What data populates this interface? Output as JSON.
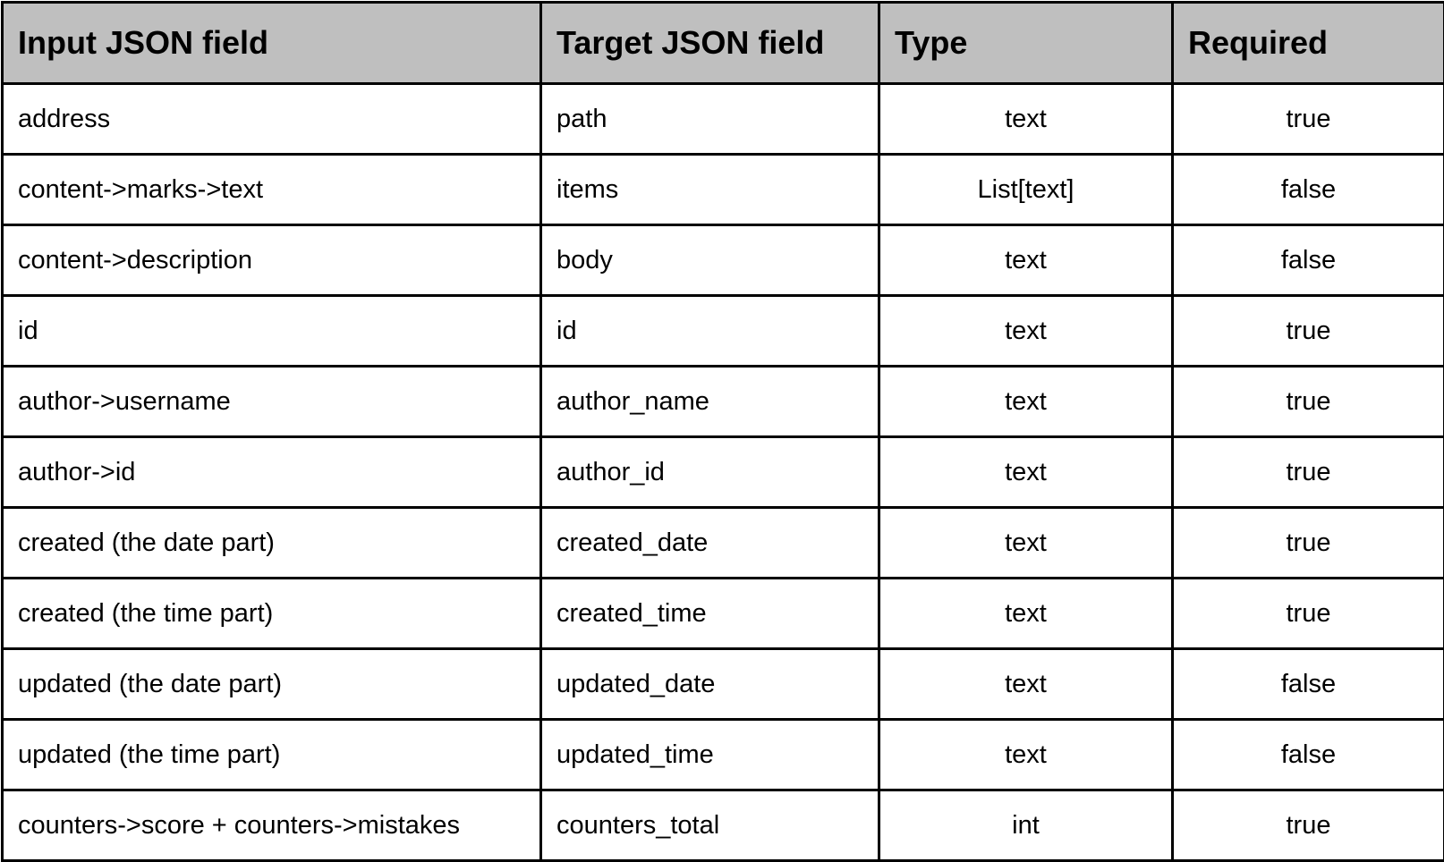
{
  "table": {
    "headers": [
      "Input JSON field",
      "Target JSON field",
      "Type",
      "Required"
    ],
    "rows": [
      [
        "address",
        "path",
        "text",
        "true"
      ],
      [
        "content->marks->text",
        "items",
        "List[text]",
        "false"
      ],
      [
        "content->description",
        "body",
        "text",
        "false"
      ],
      [
        "id",
        "id",
        "text",
        "true"
      ],
      [
        "author->username",
        "author_name",
        "text",
        "true"
      ],
      [
        "author->id",
        "author_id",
        "text",
        "true"
      ],
      [
        "created (the date part)",
        "created_date",
        "text",
        "true"
      ],
      [
        "created (the time part)",
        "created_time",
        "text",
        "true"
      ],
      [
        "updated (the date part)",
        "updated_date",
        "text",
        "false"
      ],
      [
        "updated (the time part)",
        "updated_time",
        "text",
        "false"
      ],
      [
        "counters->score + counters->mistakes",
        "counters_total",
        "int",
        "true"
      ]
    ]
  },
  "colors": {
    "header_background": "#bfbfbf",
    "border": "#000000"
  }
}
